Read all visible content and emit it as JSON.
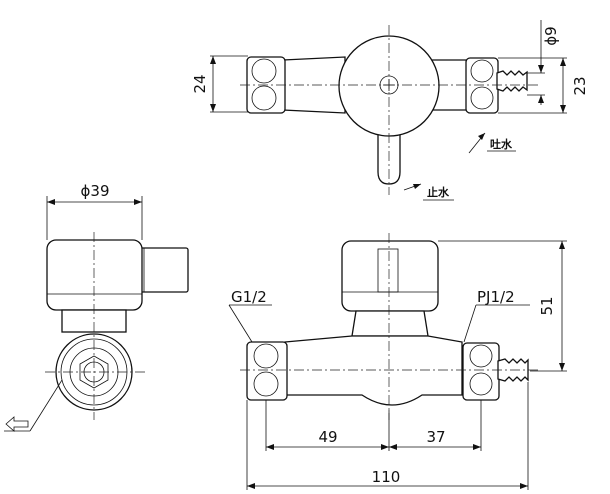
{
  "dimensions": {
    "dia9": "ϕ9",
    "h24": "24",
    "h23": "23",
    "dia39": "ϕ39",
    "h51": "51",
    "w49": "49",
    "w37": "37",
    "w110": "110"
  },
  "labels": {
    "inlet_thread": "G1/2",
    "outlet_thread": "PJ1/2",
    "spout_direction": "吐水",
    "stop_direction": "止水"
  }
}
